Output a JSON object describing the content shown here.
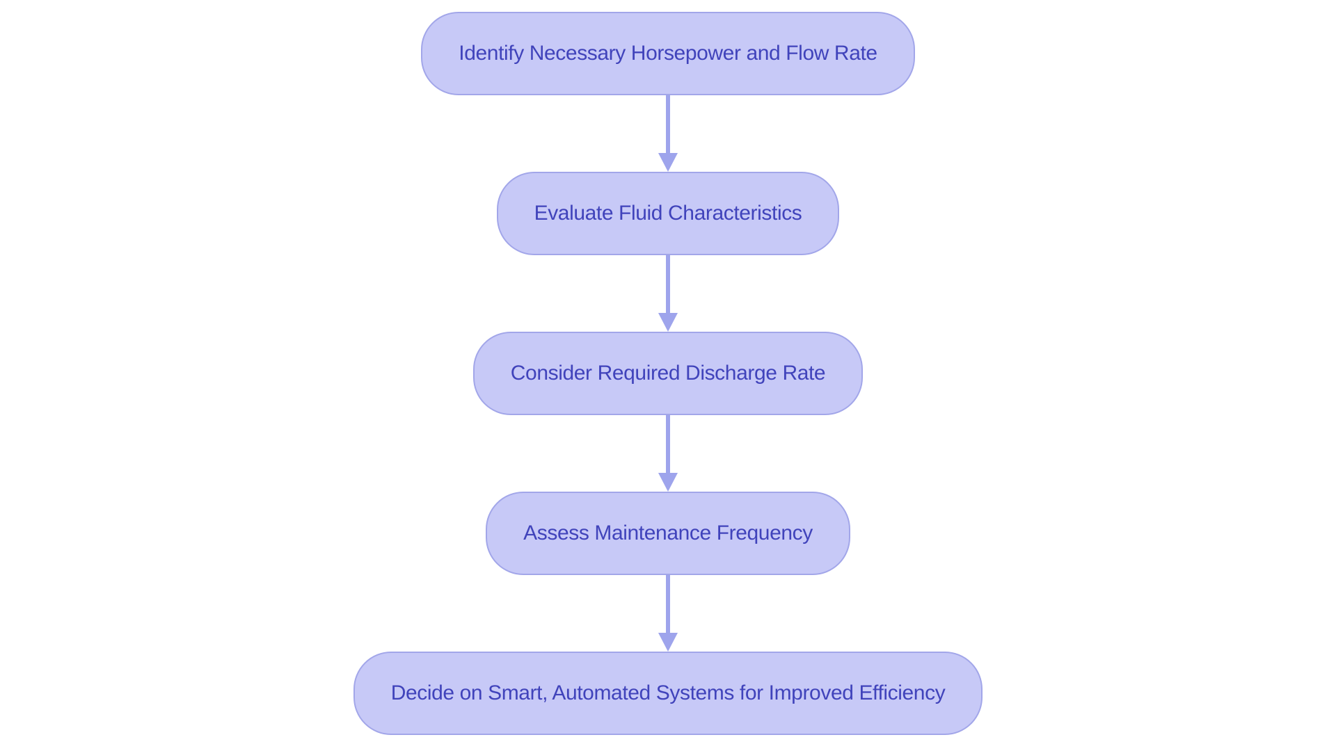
{
  "theme": {
    "background": "#ffffff",
    "node_fill": "#c7c9f7",
    "node_border": "#a2a6e9",
    "arrow_color": "#9ea4ec",
    "text_color": "#4043bb"
  },
  "flowchart": {
    "type": "vertical-flow",
    "nodes": [
      {
        "id": "identify-horsepower-flow-rate",
        "label": "Identify Necessary Horsepower and Flow Rate"
      },
      {
        "id": "evaluate-fluid-characteristics",
        "label": "Evaluate Fluid Characteristics"
      },
      {
        "id": "consider-discharge-rate",
        "label": "Consider Required Discharge Rate"
      },
      {
        "id": "assess-maintenance-frequency",
        "label": "Assess Maintenance Frequency"
      },
      {
        "id": "decide-smart-automated-systems",
        "label": "Decide on Smart, Automated Systems for Improved Efficiency"
      }
    ],
    "connections": [
      {
        "from": "identify-horsepower-flow-rate",
        "to": "evaluate-fluid-characteristics"
      },
      {
        "from": "evaluate-fluid-characteristics",
        "to": "consider-discharge-rate"
      },
      {
        "from": "consider-discharge-rate",
        "to": "assess-maintenance-frequency"
      },
      {
        "from": "assess-maintenance-frequency",
        "to": "decide-smart-automated-systems"
      }
    ]
  }
}
